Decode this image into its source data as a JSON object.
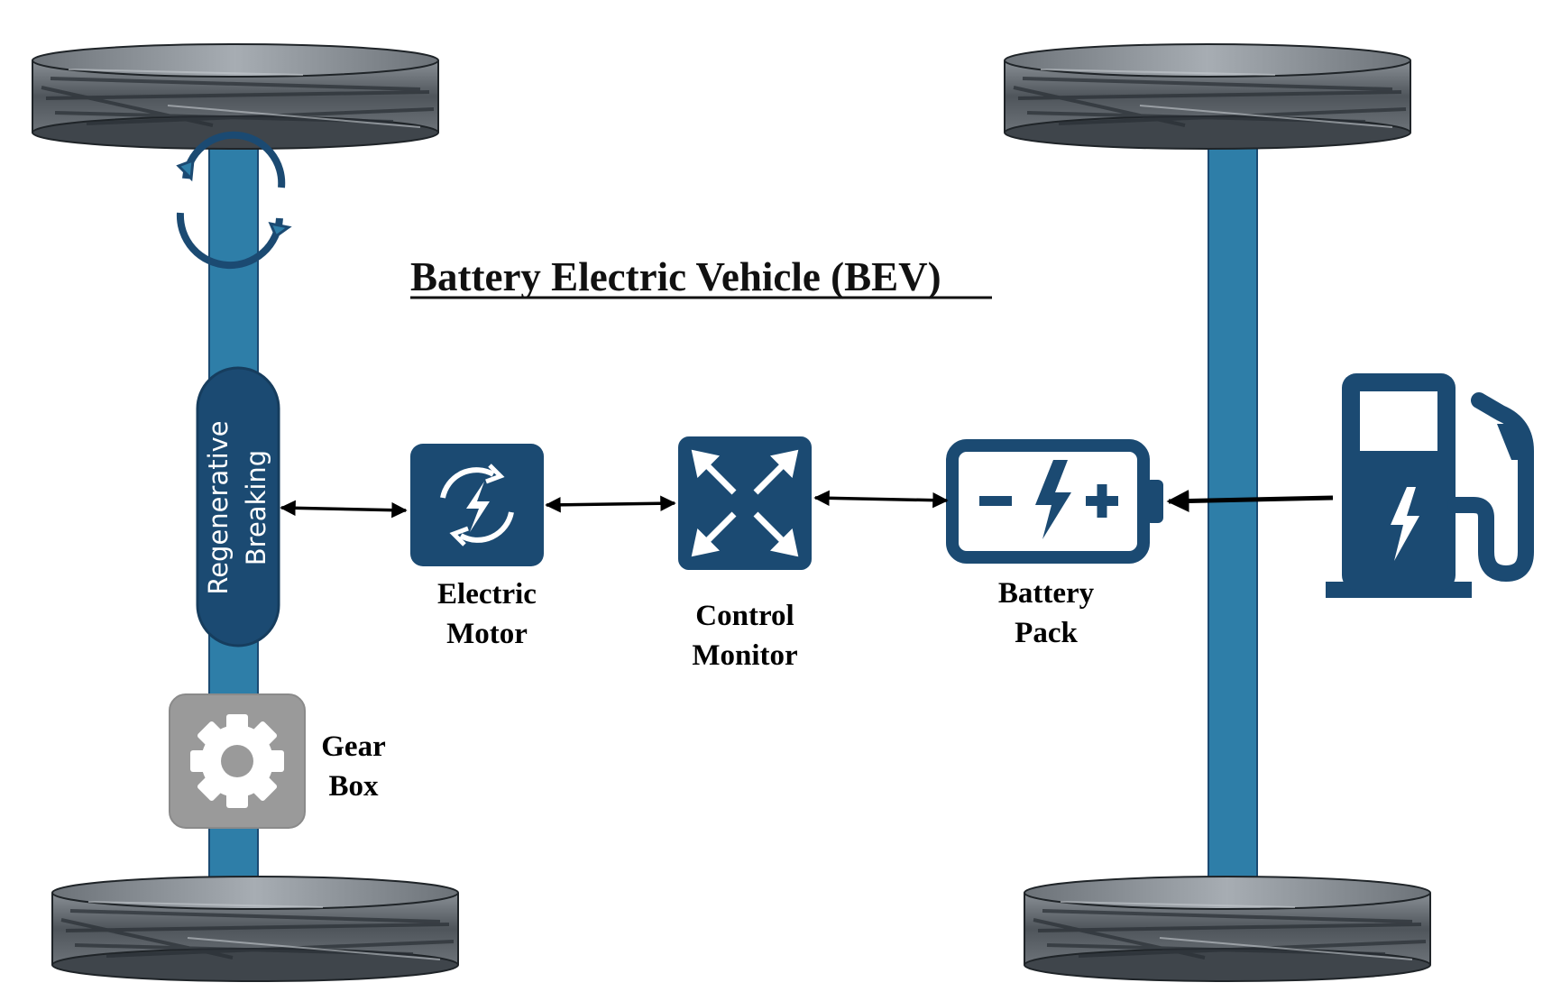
{
  "title": "Battery Electric Vehicle (BEV)",
  "colors": {
    "axle": "#2e7ea8",
    "component": "#1b4a72",
    "gear_box": "#9a9a9a",
    "wheel": "#5a6068",
    "arrow": "#000000"
  },
  "components": {
    "regenerative_breaking": {
      "line1": "Regenerative",
      "line2": "Breaking"
    },
    "electric_motor": {
      "line1": "Electric",
      "line2": "Motor"
    },
    "control_monitor": {
      "line1": "Control",
      "line2": "Monitor"
    },
    "battery_pack": {
      "line1": "Battery",
      "line2": "Pack"
    },
    "gear_box": {
      "line1": "Gear",
      "line2": "Box"
    }
  },
  "icons": {
    "rotation": "rotation-arrows-icon",
    "motor": "electric-motor-icon",
    "control": "expand-arrows-icon",
    "battery": "battery-icon",
    "gear": "gear-icon",
    "charger": "charging-station-icon"
  }
}
